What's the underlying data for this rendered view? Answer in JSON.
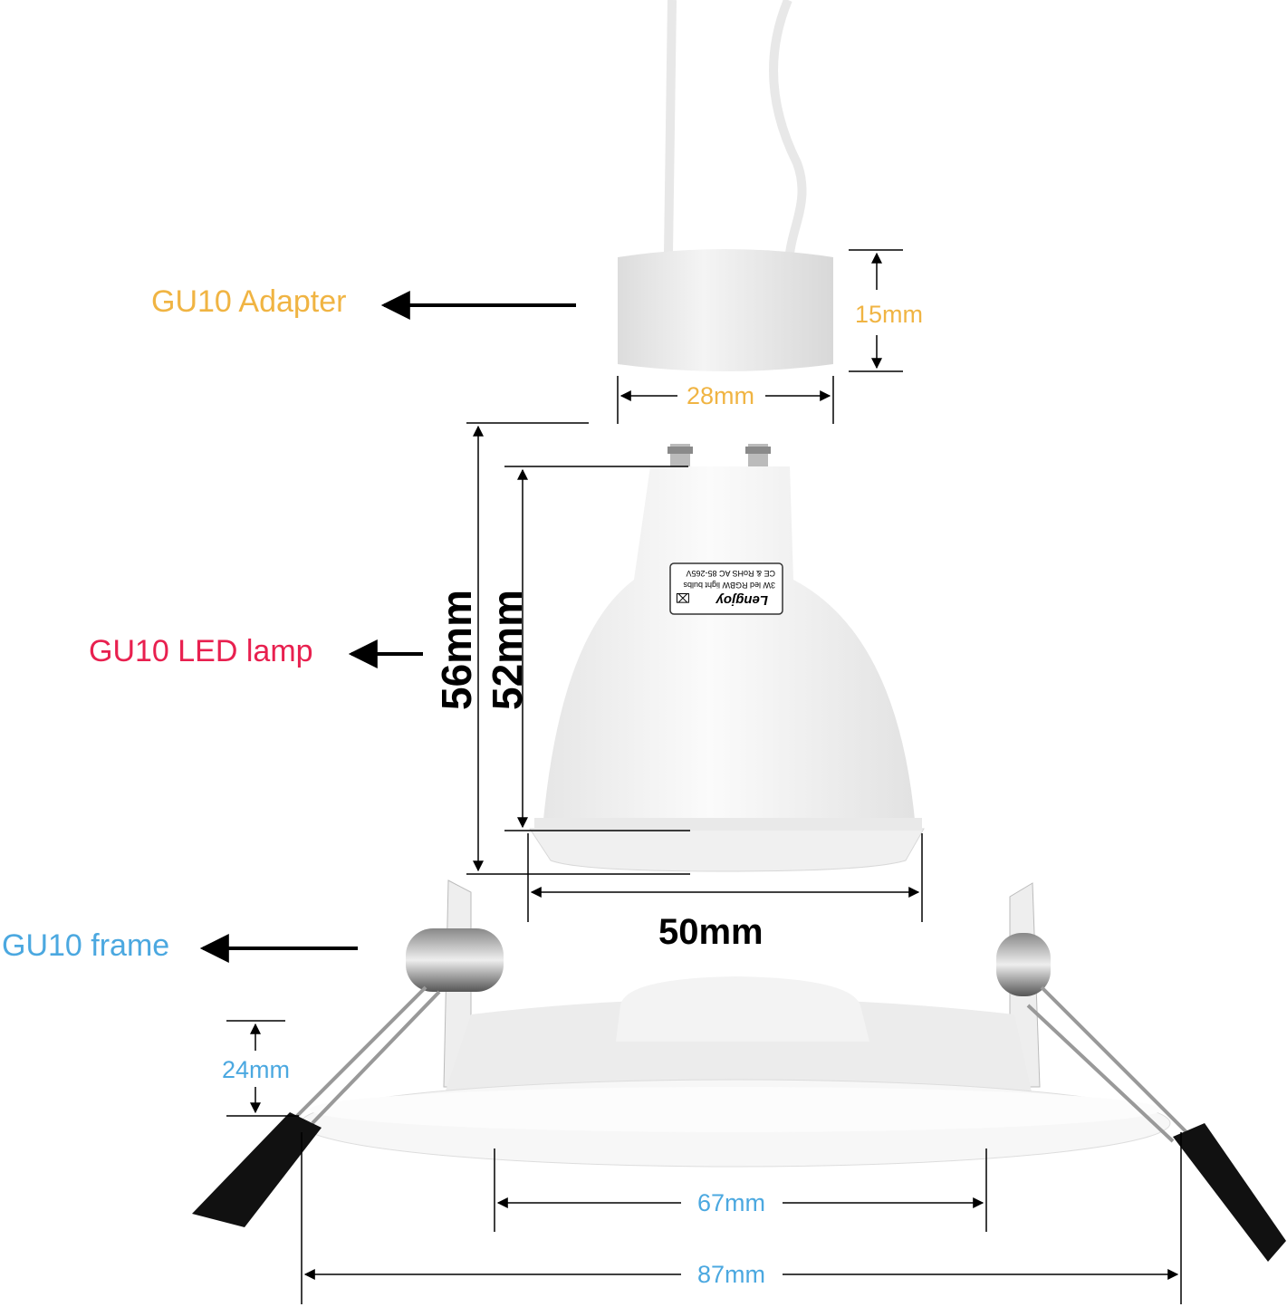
{
  "labels": {
    "adapter": "GU10 Adapter",
    "lamp": "GU10 LED lamp",
    "frame": "GU10 frame"
  },
  "dimensions": {
    "adapter_height": "15mm",
    "adapter_width": "28mm",
    "lamp_total_height": "56mm",
    "lamp_body_height": "52mm",
    "lamp_diameter": "50mm",
    "frame_height": "24mm",
    "frame_cutout": "67mm",
    "frame_outer": "87mm"
  },
  "lamp_sticker": {
    "brand": "Lengjoy",
    "line1": "3W led RGBW light bulbs",
    "line2": "CE & RoHS AC 85-265V"
  },
  "colors": {
    "adapter": "#F0B443",
    "lamp": "#E8204F",
    "frame": "#4BA8E0",
    "lamp_dims": "#000000"
  }
}
